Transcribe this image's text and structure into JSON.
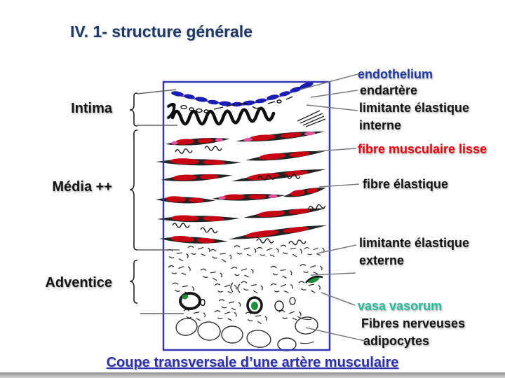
{
  "slide": {
    "title": "IV. 1- structure générale",
    "caption": "Coupe transversale d’une artère musculaire"
  },
  "layers": [
    {
      "label": "Intima"
    },
    {
      "label": "Média ++"
    },
    {
      "label": "Adventice"
    }
  ],
  "annotations": [
    {
      "label": "endothelium",
      "color": "#1E3AA5"
    },
    {
      "label": "endartère",
      "color": "#141414"
    },
    {
      "label": "limitante élastique interne",
      "color": "#141414"
    },
    {
      "label": "fibre musculaire lisse",
      "color": "#E90008"
    },
    {
      "label": "fibre élastique",
      "color": "#141414"
    },
    {
      "label": "limitante élastique externe",
      "color": "#141414"
    },
    {
      "label": "vasa vasorum",
      "color": "#26BD9C"
    },
    {
      "label": "Fibres nerveuses",
      "color": "#141414"
    },
    {
      "label": "adipocytes",
      "color": "#141414"
    }
  ],
  "diagram": {
    "name": "coupe transversale d'une artère musculaire (dessin histologique)",
    "border_color": "#3434B4",
    "muscle_fiber_color": "#C60414",
    "endothelium_color": "#1B1CB4",
    "vasa_vasorum_color": "#1D8F3A"
  }
}
